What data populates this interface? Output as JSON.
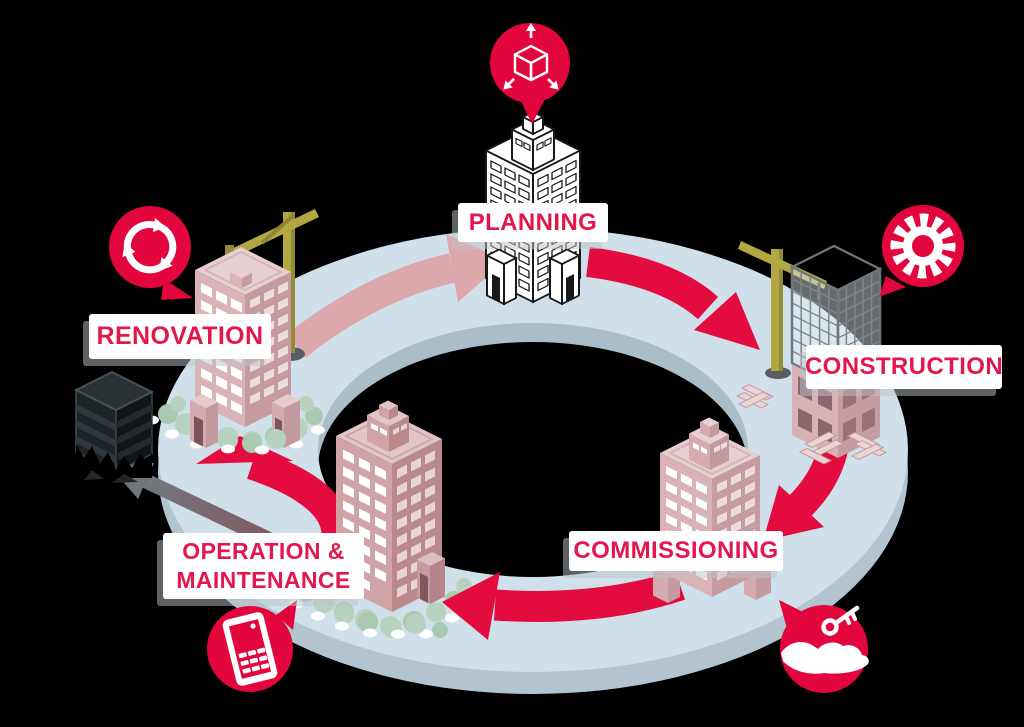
{
  "diagram": {
    "name": "building-lifecycle-cycle",
    "stages": [
      {
        "name": "planning",
        "label": "PLANNING",
        "icon": "cube-3d-icon"
      },
      {
        "name": "construction",
        "label": "CONSTRUCTION",
        "icon": "gear-icon"
      },
      {
        "name": "commissioning",
        "label": "COMMISSIONING",
        "icon": "hand-key-icon"
      },
      {
        "name": "operation-maintenance",
        "label": "OPERATION & MAINTENANCE",
        "label_lines": [
          "OPERATION &",
          "MAINTENANCE"
        ],
        "icon": "smartphone-icon"
      },
      {
        "name": "renovation",
        "label": "RENOVATION",
        "icon": "recycle-icon"
      }
    ],
    "palette": {
      "background": "#000000",
      "ring_top": "#cfe0ea",
      "ring_side": "#b1c4d0",
      "ring_inner_wall": "#a9bec9",
      "arrow_red": "#e40b3e",
      "arrow_faded_pink": "#dda8ab",
      "bubble_red": "#e2063c",
      "label_text_red": "#e3164d",
      "building_pink_light": "#d9b3b5",
      "building_pink_dark": "#c49ba1",
      "crane_yellow": "#b3a742",
      "tree_green": "#b7d3bf",
      "demolition_dark_red": "#8d4450",
      "demolition_gray": "#6f767b"
    }
  }
}
